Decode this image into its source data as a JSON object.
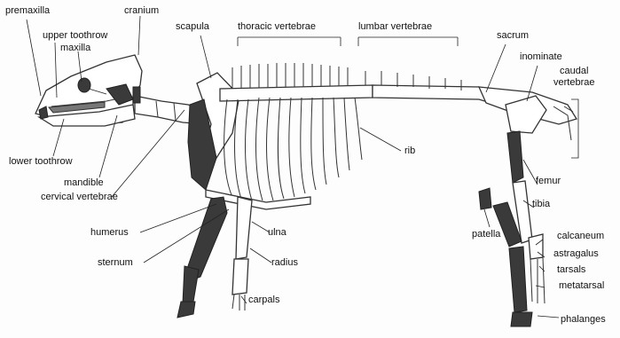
{
  "labels": {
    "premaxilla": "premaxilla",
    "upper_toothrow": "upper toothrow",
    "maxilla": "maxilla",
    "cranium": "cranium",
    "scapula": "scapula",
    "thoracic_vertebrae": "thoracic vertebrae",
    "lumbar_vertebrae": "lumbar vertebrae",
    "sacrum": "sacrum",
    "inominate": "inominate",
    "caudal_vertebrae": "caudal\nvertebrae",
    "rib": "rib",
    "lower_toothrow": "lower toothrow",
    "mandible": "mandible",
    "cervical_vertebrae": "cervical vertebrae",
    "humerus": "humerus",
    "sternum": "sternum",
    "ulna": "ulna",
    "radius": "radius",
    "carpals": "carpals",
    "femur": "femur",
    "tibia": "tibia",
    "patella": "patella",
    "calcaneum": "calcaneum",
    "astragalus": "astragalus",
    "tarsals": "tarsals",
    "metatarsal": "metatarsal",
    "phalanges": "phalanges"
  }
}
